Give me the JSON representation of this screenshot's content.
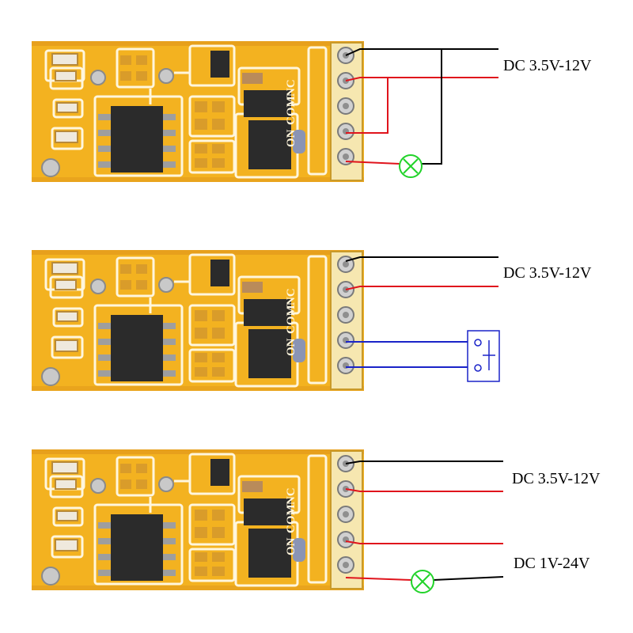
{
  "colors": {
    "board": "#f3b220",
    "board_dark": "#e0951a",
    "chip": "#2b2b2b",
    "pad": "#c9c9c9",
    "silk": "#fff6dd",
    "wire_positive": "#e0141c",
    "wire_negative": "#000000",
    "wire_switch": "#1a23c8",
    "lamp": "#22d32a"
  },
  "board": {
    "pin_labels": [
      "ON",
      "COM",
      "NC"
    ]
  },
  "diagrams": [
    {
      "id": "lamp-wiring",
      "supply_label": "DC 3.5V-12V",
      "load": "lamp-icon"
    },
    {
      "id": "switch-wiring",
      "supply_label": "DC 3.5V-12V",
      "load": "switch-icon"
    },
    {
      "id": "external-supply-wiring",
      "supply_label": "DC 3.5V-12V",
      "load_supply_label": "DC 1V-24V",
      "load": "lamp-icon"
    }
  ]
}
